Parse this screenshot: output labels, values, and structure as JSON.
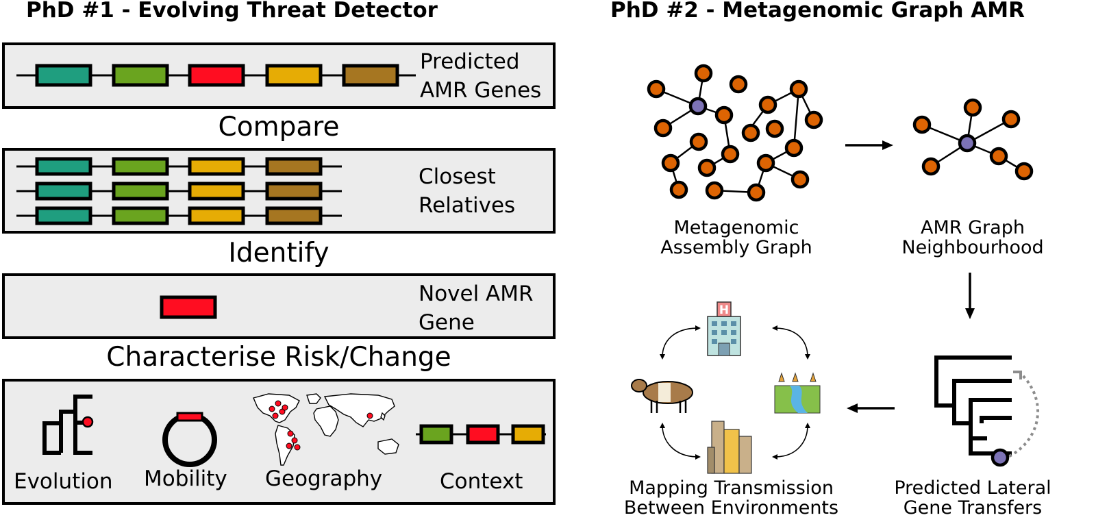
{
  "phd1": {
    "title": "PhD #1 - Evolving Threat Detector",
    "predicted": {
      "line1": "Predicted",
      "line2": "AMR Genes"
    },
    "compare": "Compare",
    "closest": {
      "line1": "Closest",
      "line2": "Relatives"
    },
    "identify": "Identify",
    "novel": {
      "line1": "Novel AMR",
      "line2": "Gene"
    },
    "characterise": "Characterise Risk/Change",
    "bottom": {
      "evolution": "Evolution",
      "mobility": "Mobility",
      "geography": "Geography",
      "context": "Context"
    }
  },
  "phd2": {
    "title": "PhD #2 - Metagenomic Graph AMR",
    "assembly_graph": {
      "line1": "Metagenomic",
      "line2": "Assembly Graph"
    },
    "amr_neighbourhood": {
      "line1": "AMR Graph",
      "line2": "Neighbourhood"
    },
    "transfers": {
      "line1": "Predicted Lateral",
      "line2": "Gene Transfers"
    },
    "transmission": {
      "line1": "Mapping Transmission",
      "line2": "Between Environments"
    }
  },
  "colors": {
    "teal": "#1f9e7f",
    "green": "#6aa41f",
    "red": "#ff0d21",
    "yellow": "#e6ac05",
    "brown": "#a67621",
    "node_orange": "#dd6403",
    "node_purple": "#7d73b6",
    "panel_bg": "#ececec"
  }
}
